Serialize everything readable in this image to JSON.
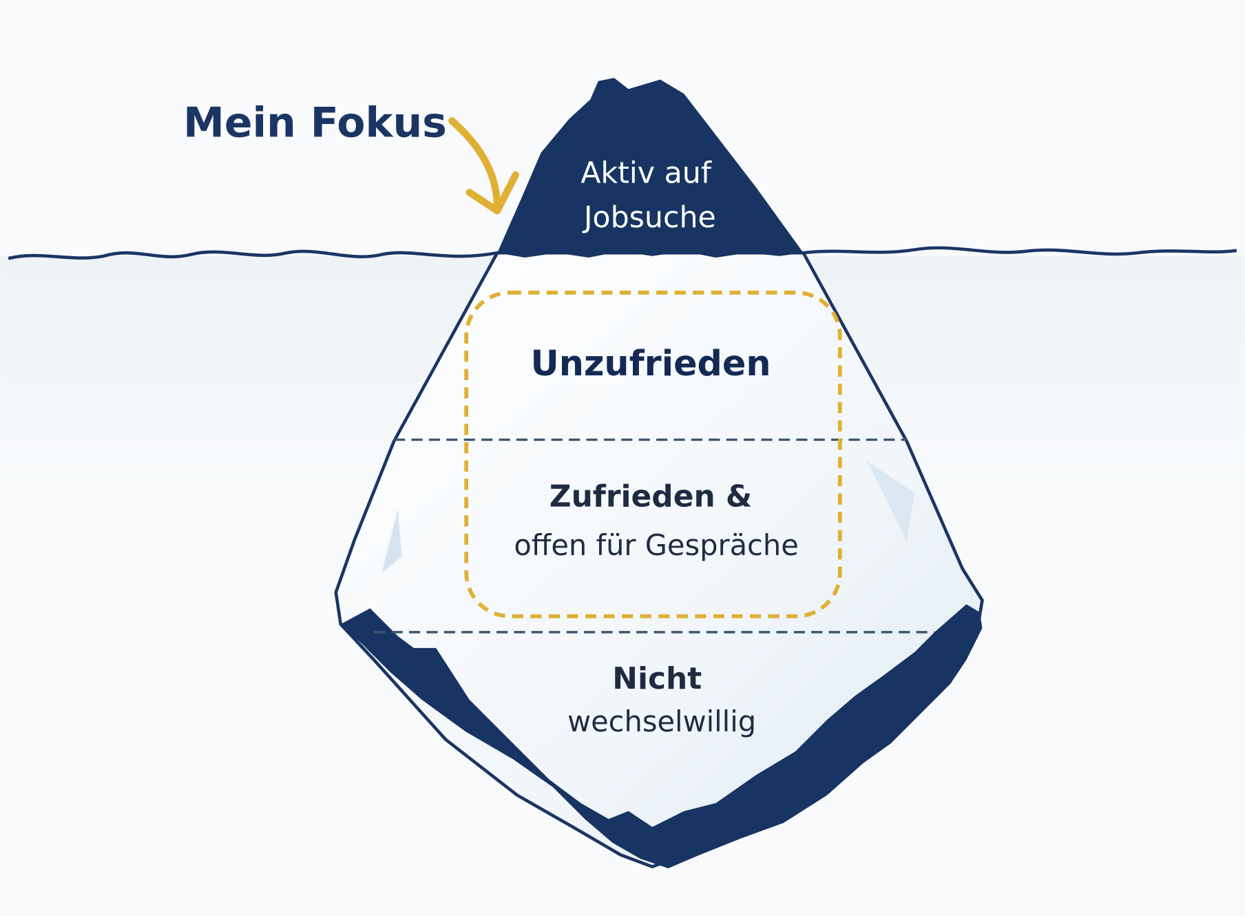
{
  "title_label": "Mein Fokus",
  "tip": {
    "line1": "Aktiv auf",
    "line2": "Jobsuche"
  },
  "segment_1": {
    "label": "Unzufrieden"
  },
  "segment_2": {
    "line1": "Zufrieden &",
    "line2": "offen für Gespräche"
  },
  "segment_3": {
    "line1": "Nicht",
    "line2": "wechselwillig"
  },
  "colors": {
    "navy": "#1b3563",
    "gold": "#e0b034",
    "ice": "#eef4f8",
    "dash": "#3d5670"
  }
}
